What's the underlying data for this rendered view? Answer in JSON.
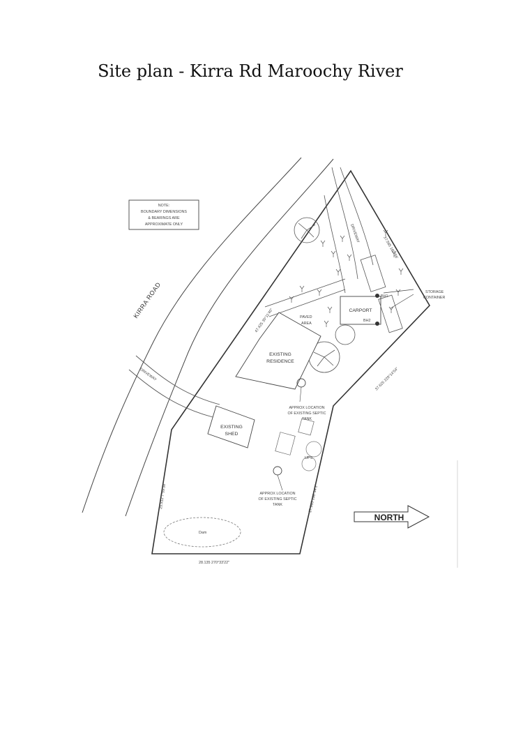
{
  "title": "Site plan - Kirra Rd Maroochy River",
  "note": {
    "line1": "NOTE:",
    "line2": "BOUNDARY DIMENSIONS",
    "line3": "& BEARINGS ARE",
    "line4": "APPROXIMATE ONLY"
  },
  "labels": {
    "kirra_road": "KIRRA ROAD",
    "driveway_north": "DRIVEWAY",
    "driveway_west": "DRIVEWAY",
    "paved_area_1": "PAVED",
    "paved_area_2": "AREA",
    "carport": "CARPORT",
    "bh1": "BH1",
    "bh2": "BH2",
    "storage_1": "STORAGE",
    "storage_2": "CONTAINER",
    "residence_1": "EXISTING",
    "residence_2": "RESIDENCE",
    "shed_1": "EXISTING",
    "shed_2": "SHED",
    "septic_upper_1": "APPROX LOCATION",
    "septic_upper_2": "OF EXISTING SEPTIC",
    "septic_upper_3": "TANK",
    "septic_lower_1": "APPROX LOCATION",
    "septic_lower_2": "OF EXISTING SEPTIC",
    "septic_lower_3": "TANK",
    "ups": "UPS",
    "dam": "Dam",
    "north": "NORTH"
  },
  "dimensions": {
    "ne_boundary": "37.565  160°56'",
    "nw_boundary": "47.425  30°11'40\"",
    "e_boundary": "37.625  229°14'54\"",
    "se_boundary": "27.965  198°14'3\"",
    "w_boundary": "25.512  7°59'38\"",
    "s_boundary": "28.135  270°33'22\""
  }
}
